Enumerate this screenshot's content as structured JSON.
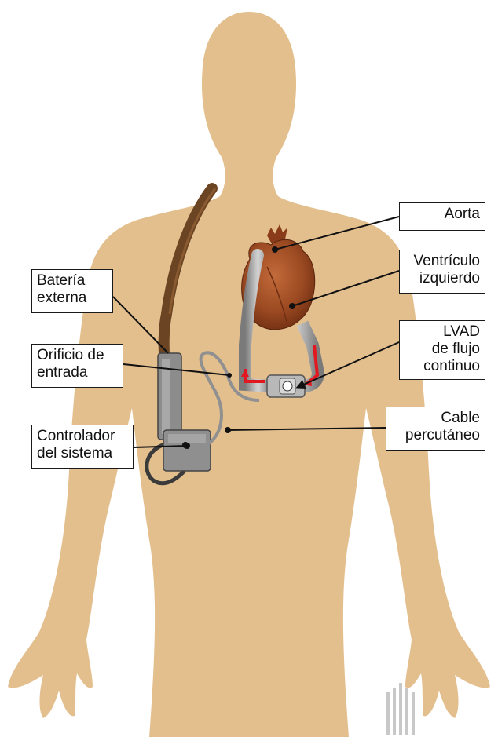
{
  "labels": {
    "aorta": {
      "line1": "Aorta"
    },
    "left_ventricle": {
      "line1": "Ventrículo",
      "line2": "izquierdo"
    },
    "lvad": {
      "line1": "LVAD",
      "line2": "de flujo",
      "line3": "continuo"
    },
    "percutaneous_cable": {
      "line1": "Cable",
      "line2": "percutáneo"
    },
    "external_battery": {
      "line1": "Batería",
      "line2": "externa"
    },
    "entry_site": {
      "line1": "Orificio de",
      "line2": "entrada"
    },
    "system_controller": {
      "line1": "Controlador",
      "line2": "del sistema"
    }
  },
  "colors": {
    "skin": "#e3bf8e",
    "heart": "#9c4a22",
    "strap": "#6b4423",
    "device": "#8c8c8c",
    "flow_arrow": "#e3171f"
  }
}
